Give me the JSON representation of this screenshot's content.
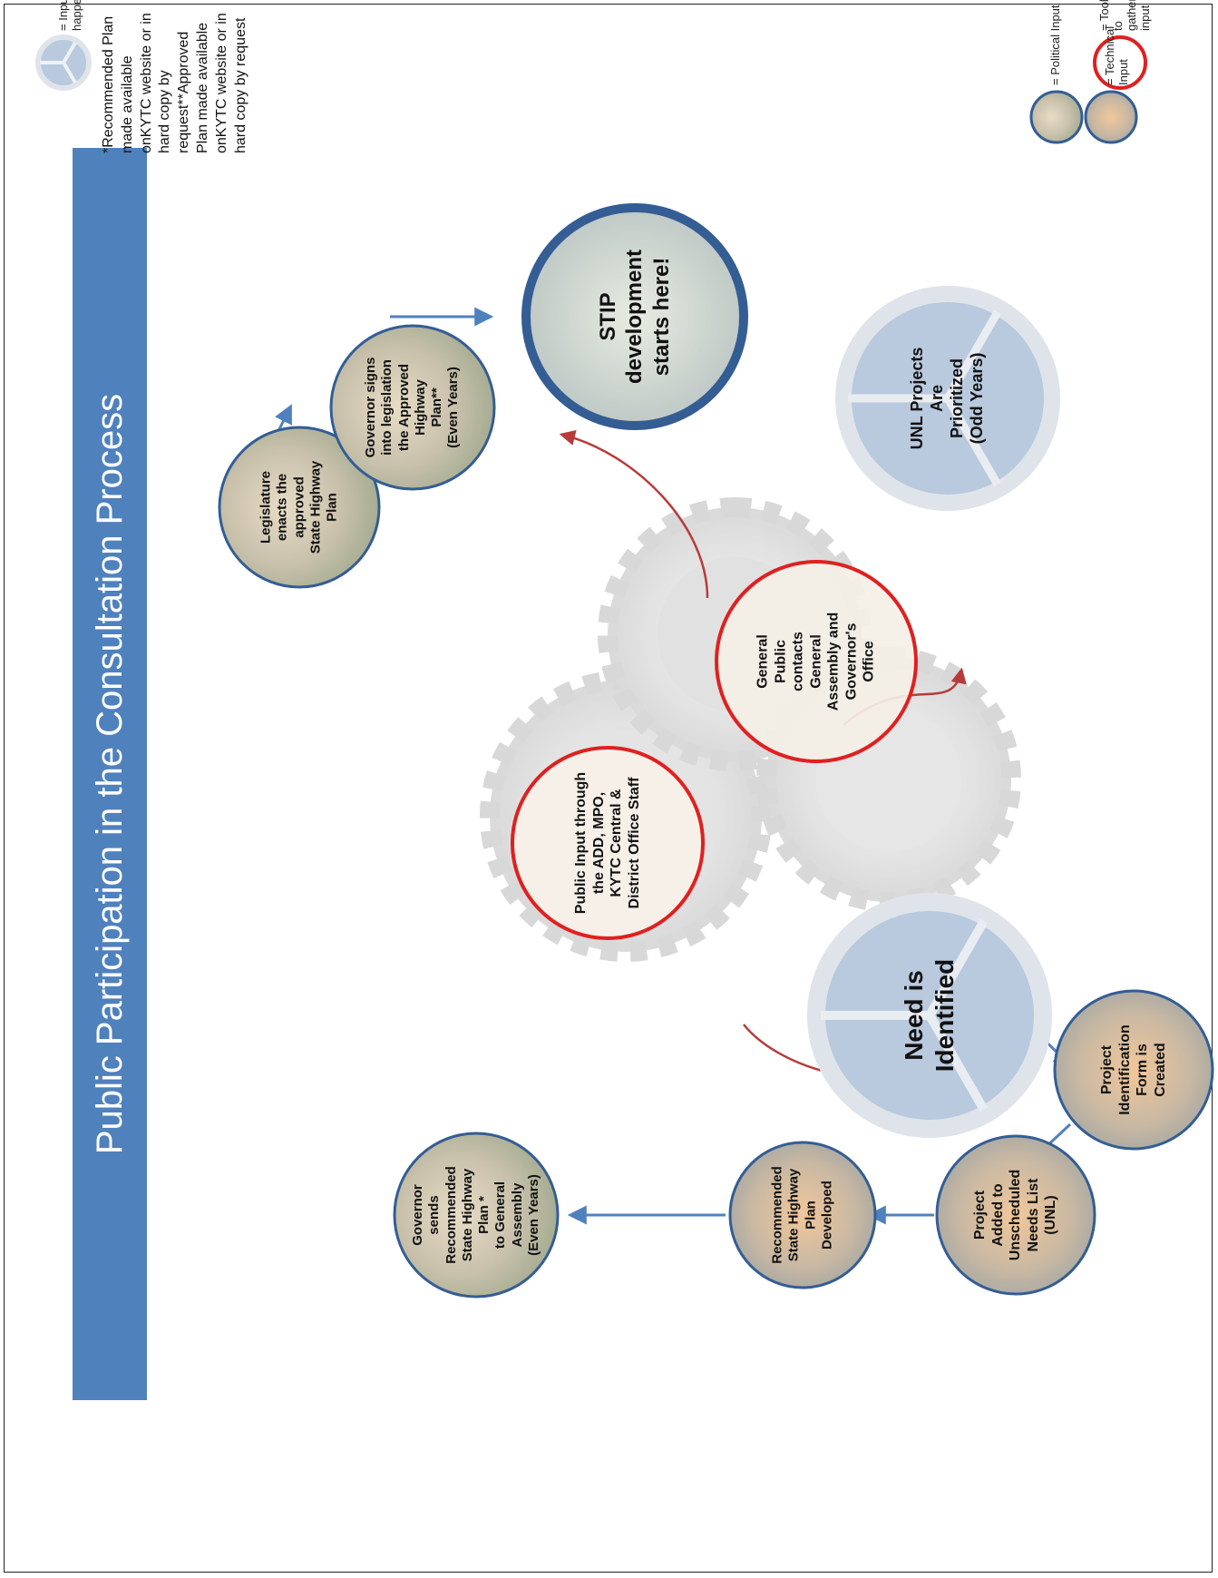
{
  "title": "Public Participation in the Consultation Process",
  "nodes": {
    "need_identified": [
      "Need is",
      "Identified"
    ],
    "project_id_form": [
      "Project",
      "Identification",
      "Form is",
      "Created"
    ],
    "project_added_unl": [
      "Project",
      "Added to",
      "Unscheduled",
      "Needs List",
      "(UNL)"
    ],
    "unl_prioritized": [
      "UNL Projects",
      "Are",
      "Prioritized",
      "(Odd Years)"
    ],
    "recommended_plan": [
      "Recommended",
      "State Highway",
      "Plan",
      "Developed"
    ],
    "governor_sends": [
      "Governor",
      "sends",
      "Recommended",
      "State Highway",
      "Plan *",
      "to General",
      "Assembly",
      "(Even Years)"
    ],
    "legislature_enacts": [
      "Legislature",
      "enacts the",
      "approved",
      "State Highway",
      "Plan"
    ],
    "governor_signs": [
      "Governor signs",
      "into legislation",
      "the Approved",
      "Highway",
      "Plan**",
      "(Even Years)"
    ],
    "stip": [
      "STIP",
      "development",
      "starts here!"
    ],
    "public_input_tool": [
      "Public Input through",
      "the ADD, MPO,",
      "KYTC Central &",
      "District Office Staff"
    ],
    "general_public_tool": [
      "General",
      "Public",
      "contacts",
      "General",
      "Assembly and",
      "Governor's",
      "Office"
    ]
  },
  "footnotes": [
    "*Recommended Plan made available on",
    "KYTC website or in hard copy by request",
    "**Approved Plan made available on",
    "KYTC website or in hard copy by request"
  ],
  "legend": {
    "input_happening": "= Input is happening!",
    "tool_used": [
      "= Tool used to gather",
      "public input"
    ],
    "political_input": "= Political Input",
    "technical_input": "= Technical Input"
  },
  "colors": {
    "banner": "#4f81bd",
    "flow_arrow": "#4f81bd",
    "tool_arrow": "#b83b3b",
    "tool_ring": "#e02020",
    "node_ring": "#345d94",
    "process_fill": "#b9c9de"
  }
}
